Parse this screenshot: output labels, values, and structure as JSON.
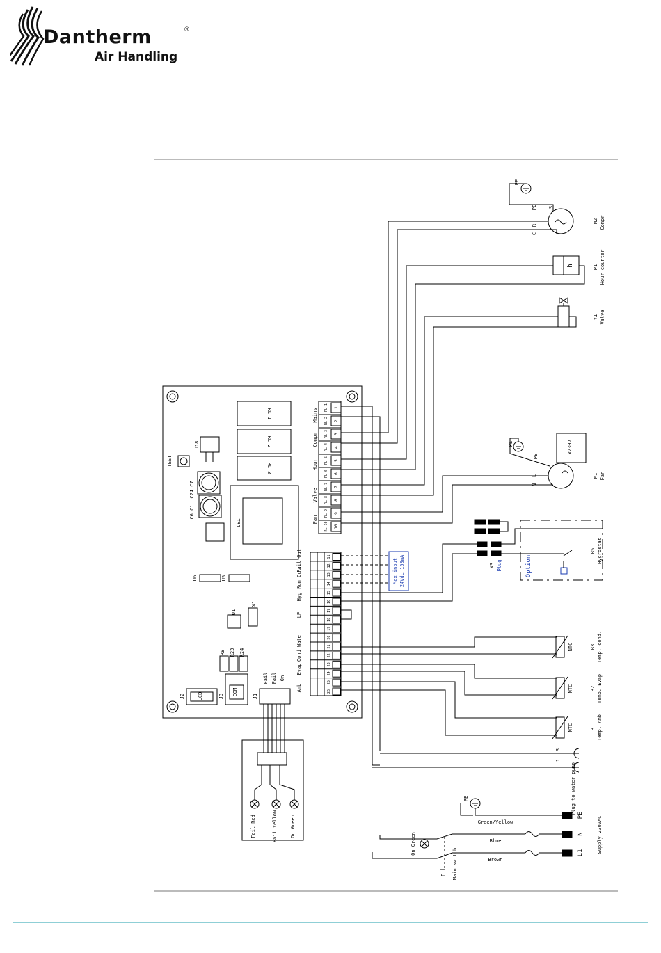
{
  "logo": {
    "name": "Dantherm",
    "registered": "®",
    "sub": "Air Handling"
  },
  "pcb": {
    "relays": [
      "RL 1",
      "RL 2",
      "RL 3"
    ],
    "transformer": "TR1",
    "test_button": "TEST",
    "u18": "U18",
    "caps": [
      "C24 C7",
      "C6 C1"
    ],
    "ics": [
      "U6",
      "U5",
      "U1",
      "X1"
    ],
    "resistors": [
      "R8",
      "R23",
      "R24"
    ],
    "j2": "J2",
    "lcd": "LCD",
    "j3": "J3",
    "com": "COM",
    "j1": "J1",
    "fault_labels": [
      "Fail",
      "Fail",
      "On"
    ],
    "main_pins": [
      "1",
      "2",
      "3",
      "4",
      "5",
      "6",
      "7",
      "8",
      "9",
      "10"
    ],
    "main_rl": [
      "RL 1",
      "RL 2",
      "RL 3",
      "RL 4",
      "RL 5",
      "RL 6",
      "RL 7",
      "RL 8",
      "RL 9",
      "RL 10"
    ],
    "main_groups": [
      "Mains",
      "Compr",
      "Hour",
      "Valve",
      "Fan"
    ],
    "low_pins": [
      "11",
      "12",
      "13",
      "14",
      "15",
      "16",
      "17",
      "18",
      "19",
      "20",
      "21",
      "22",
      "23",
      "24",
      "25",
      "26"
    ],
    "low_groups": [
      "Fail Out",
      "Run Out",
      "Hyg",
      "LP",
      "Cond Water",
      "Evap",
      "Amb"
    ],
    "max_box": [
      "Max input",
      "24Vdc 150mA"
    ]
  },
  "components": {
    "pe": "PE",
    "m2": {
      "id": "M2",
      "desc": "Compr.",
      "pins": [
        "C",
        "R",
        "S",
        "PE"
      ]
    },
    "p1": {
      "id": "P1",
      "desc": "Hour counter",
      "sym": "h"
    },
    "y1": {
      "id": "Y1",
      "desc": "Valve"
    },
    "m1": {
      "id": "M1",
      "desc": "Fan",
      "box": "1x230V",
      "pins": [
        "L",
        "N",
        "PE"
      ]
    },
    "b5": {
      "id": "B5",
      "desc": "Hygrostat",
      "option": "Option"
    },
    "x3": {
      "id": "X3",
      "desc": "Plug"
    },
    "b3": {
      "id": "B3",
      "desc": "Temp. cond.",
      "ntc": "NTC"
    },
    "b2": {
      "id": "B2",
      "desc": "Temp. Evap",
      "ntc": "NTC"
    },
    "b1": {
      "id": "B1",
      "desc": "Temp. Amb",
      "ntc": "NTC"
    },
    "pump": {
      "desc": "Plug to water pump",
      "pins": [
        "1",
        "3"
      ]
    },
    "supply": {
      "desc": "Supply 230VAC",
      "pins": [
        "PE",
        "N",
        "L1"
      ]
    },
    "wires": {
      "gy": "Green/Yellow",
      "blue": "Blue",
      "brown": "Brown"
    },
    "main_switch": {
      "id": "F",
      "desc": "Main switch"
    },
    "on_lamp": "On Green",
    "panel_lamps": [
      "Fail Red",
      "Fail Yellow",
      "On Green"
    ]
  }
}
